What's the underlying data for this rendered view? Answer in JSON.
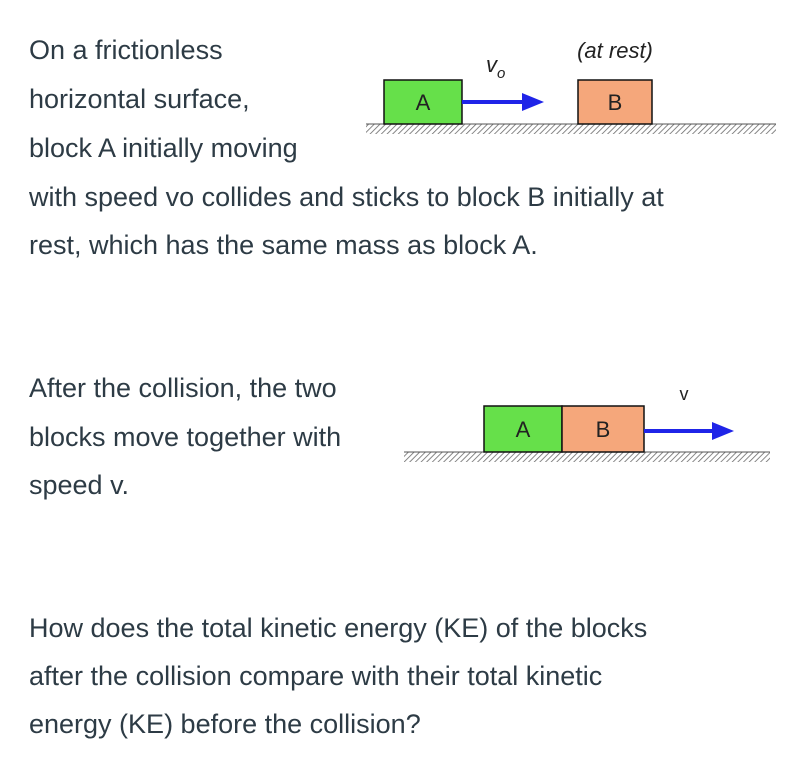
{
  "top": {
    "lines": [
      "On a frictionless",
      "horizontal surface,",
      "block A initially moving",
      "with speed vo collides and sticks to block B initially at",
      "rest, which has the same mass as block A."
    ]
  },
  "diagram1": {
    "block_a": "A",
    "block_b": "B",
    "velocity_label": "vo",
    "rest_label": "(at rest)"
  },
  "middle": {
    "lines": [
      "After the collision, the two",
      "blocks move together with",
      "speed v."
    ]
  },
  "diagram2": {
    "block_a": "A",
    "block_b": "B",
    "velocity_label": "v"
  },
  "question": {
    "lines": [
      "How does the total kinetic energy (KE) of the blocks",
      "after the collision compare with their total kinetic",
      "energy (KE) before the collision?"
    ]
  },
  "colors": {
    "block_a": "#66e04a",
    "block_b": "#f5a77b",
    "arrow": "#1f24e8",
    "text": "#2d3b45"
  }
}
